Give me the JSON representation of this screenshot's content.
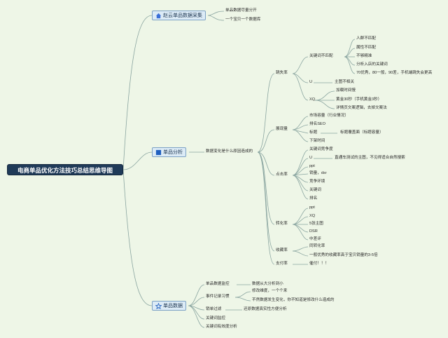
{
  "root": "电商单品优化方法技巧总结思维导图",
  "colors": {
    "background": "#eef6e7",
    "line": "#8aa5a0",
    "root_fill": "#1f3a58",
    "main_fill": "#dcebf6"
  },
  "branches": {
    "collect": {
      "label": "赵云单品数据采集",
      "icon": "house-icon",
      "items": [
        "单品数据尽量分开",
        "一个宝贝一个数据库"
      ]
    },
    "analysis": {
      "label": "单品分析",
      "icon": "flag-icon",
      "intro": "数据变化是什么原因造成的",
      "bounce": {
        "label": "跳失率",
        "keyword": {
          "label": "关键词不匹配",
          "items": [
            "人群不匹配",
            "属性不匹配",
            "不够精准",
            "分析入店的关键词",
            "70优秀，80一般，90差，手机端跳失会更高"
          ]
        },
        "u": {
          "label": "U",
          "item": "主图不相关"
        },
        "xq": {
          "label": "XQ",
          "items": [
            "加载时间慢",
            "黄金30秒（手机黄金3秒）",
            "详情页文案逻辑，去掉文案法"
          ]
        }
      },
      "traffic": {
        "label": "展现量",
        "items": [
          "市场容量（行业情况）",
          "排名SEO",
          "标题",
          "下架时间"
        ],
        "title_note": "标题覆盖面（标题容量）"
      },
      "ctr": {
        "label": "点击率",
        "items": [
          "关键词竞争度",
          "U",
          "ppt",
          "销量，dsr",
          "竞争环境",
          "关键词",
          "排名"
        ],
        "u_note": "直通车测试的主图，不见得适合自然搜索"
      },
      "conversion": {
        "label": "转化率",
        "items": [
          "ppt",
          "XQ",
          "5张主图",
          "DSR",
          "中差评"
        ]
      },
      "favorite": {
        "label": "收藏率",
        "items": [
          "同转化率",
          "一般优秀的收藏率高于宝贝销量的3-5倍"
        ]
      },
      "pay": {
        "label": "支付率",
        "item": "催付！！！"
      }
    },
    "data": {
      "label": "单品数据",
      "icon": "star-icon",
      "items": [
        "单品数据监控",
        "事件记录习惯",
        "销单过滤",
        "关键词监控",
        "关键词有效度分析"
      ],
      "notes": {
        "monitor": "数据从大分析到小",
        "event": [
          "修改维度，一个个来",
          "不然数据发生变化，你不知道是修改什么造成的"
        ],
        "filter": "还原数据真实性方便分析"
      }
    }
  }
}
